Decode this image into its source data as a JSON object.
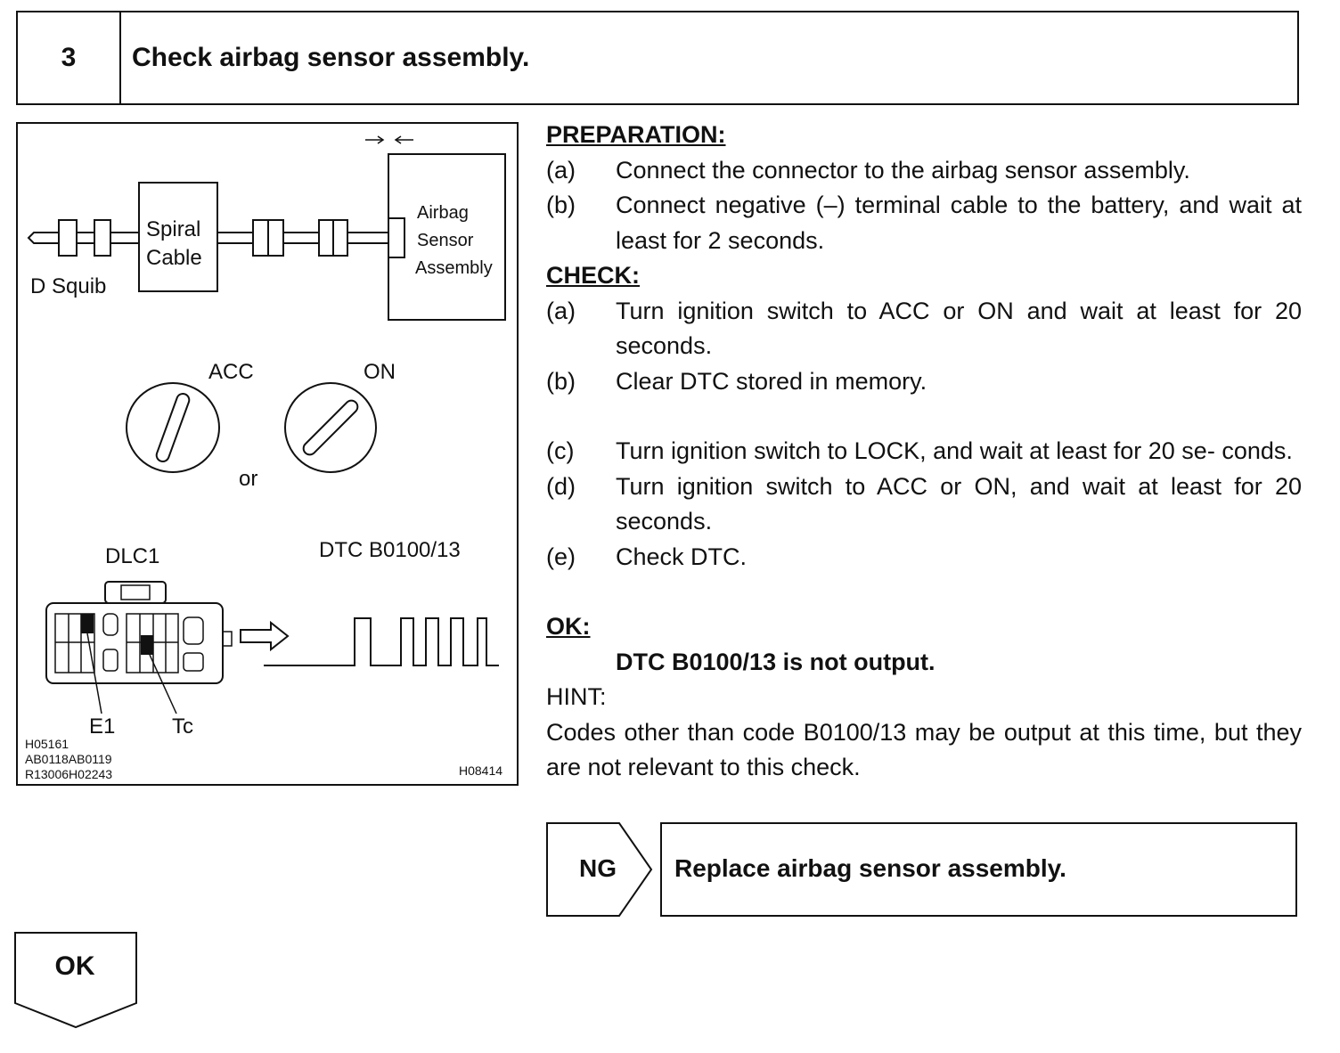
{
  "step": {
    "number": "3",
    "title": "Check airbag sensor assembly."
  },
  "figure": {
    "d_squib": "D Squib",
    "spiral_cable_line1": "Spiral",
    "spiral_cable_line2": "Cable",
    "airbag_line1": "Airbag",
    "airbag_line2": "Sensor",
    "airbag_line3": "Assembly",
    "acc": "ACC",
    "on": "ON",
    "or": "or",
    "dlc1": "DLC1",
    "dtc": "DTC B0100/13",
    "e1": "E1",
    "tc": "Tc",
    "code1": "H05161",
    "code2": "AB0118AB0119",
    "code3": "R13006H02243",
    "code4": "H08414"
  },
  "preparation": {
    "heading": "PREPARATION:",
    "items": [
      {
        "label": "(a)",
        "text": "Connect the connector to the airbag sensor assembly."
      },
      {
        "label": "(b)",
        "text": "Connect negative (–) terminal cable to the battery, and wait at least for 2 seconds."
      }
    ]
  },
  "check": {
    "heading": "CHECK:",
    "items": [
      {
        "label": "(a)",
        "text": "Turn ignition switch to ACC or ON and wait at least for 20 seconds."
      },
      {
        "label": "(b)",
        "text": "Clear DTC stored in memory."
      },
      {
        "label": "(c)",
        "text": "Turn ignition switch to LOCK, and wait at least for 20 se- conds."
      },
      {
        "label": "(d)",
        "text": "Turn ignition switch to ACC or ON, and wait at least for 20 seconds."
      },
      {
        "label": "(e)",
        "text": "Check DTC."
      }
    ]
  },
  "ok": {
    "heading": "OK:",
    "result": "DTC B0100/13 is not output."
  },
  "hint": {
    "heading": "HINT:",
    "text": "Codes other than code B0100/13 may be output at this time, but they are not relevant to this check."
  },
  "ng": {
    "label": "NG",
    "action": "Replace airbag sensor assembly."
  },
  "ok_flow": {
    "label": "OK"
  }
}
